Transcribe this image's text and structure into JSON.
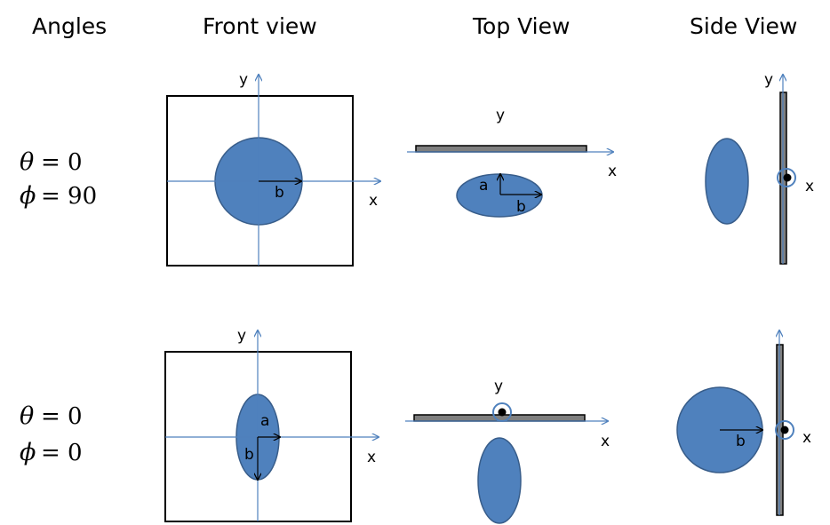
{
  "headers": {
    "angles": "Angles",
    "front": "Front view",
    "top": "Top View",
    "side": "Side View"
  },
  "rows": [
    {
      "theta_symbol": "θ",
      "theta_value": "= 0",
      "phi_symbol": "ϕ",
      "phi_value": "= 90",
      "front": {
        "x": "x",
        "y": "y",
        "b": "b"
      },
      "top": {
        "x": "x",
        "y": "y",
        "a": "a",
        "b": "b"
      },
      "side": {
        "x": "x",
        "y": "y"
      }
    },
    {
      "theta_symbol": "θ",
      "theta_value": "= 0",
      "phi_symbol": "ϕ",
      "phi_value": "= 0",
      "front": {
        "x": "x",
        "y": "y",
        "a": "a",
        "b": "b"
      },
      "top": {
        "x": "x",
        "y": "y"
      },
      "side": {
        "x": "x",
        "b": "b"
      }
    }
  ],
  "colors": {
    "shape_fill": "#4F81BD",
    "shape_stroke": "#385D8A",
    "axis": "#4F81BD",
    "plate_fill": "#7F7F7F"
  }
}
